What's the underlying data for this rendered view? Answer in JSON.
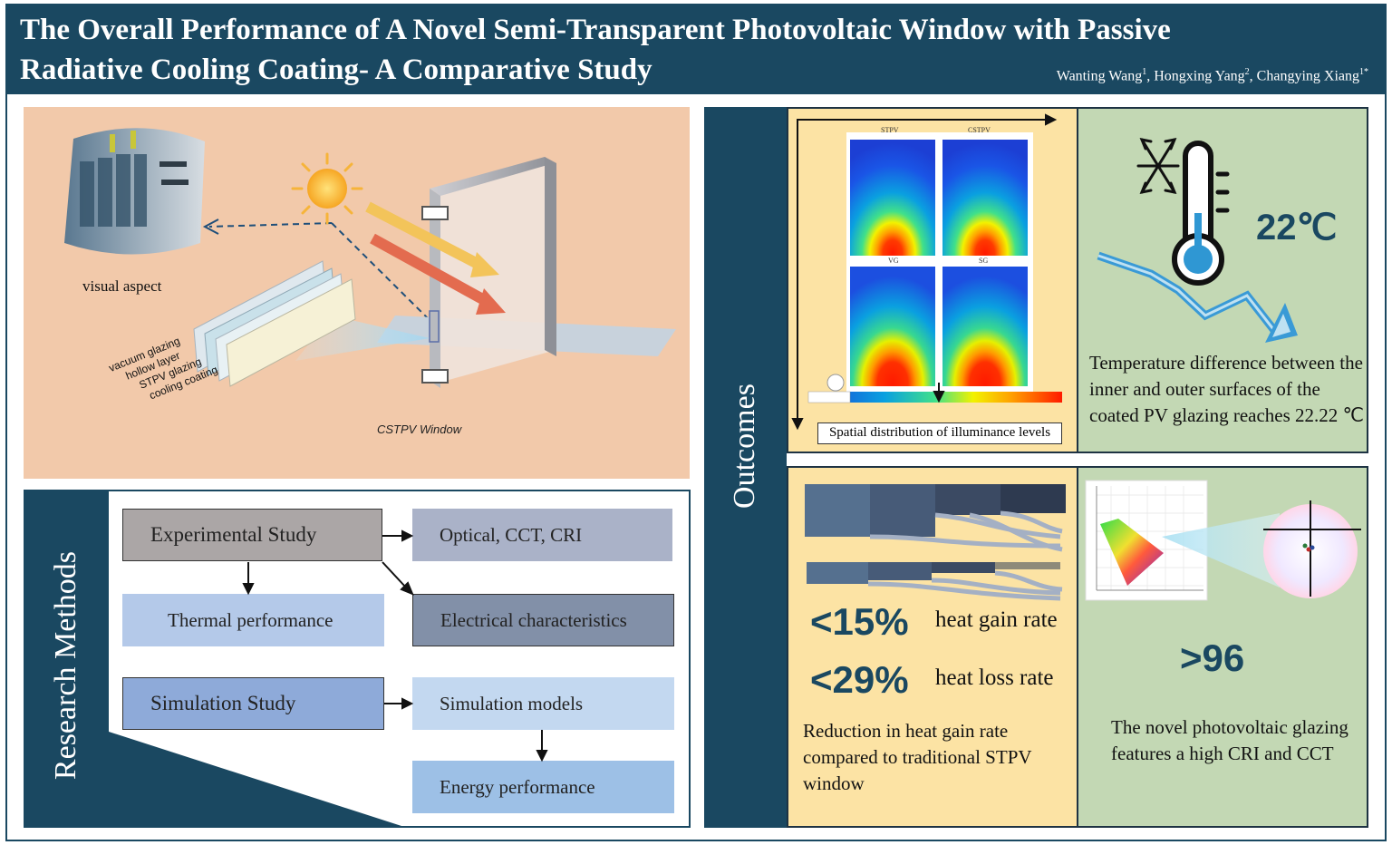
{
  "header": {
    "title_line1": "The Overall Performance of A Novel Semi-Transparent Photovoltaic Window with Passive",
    "title_line2": "Radiative Cooling Coating- A Comparative Study",
    "authors": [
      {
        "name": "Wanting Wang",
        "sup": "1",
        "sep": ", "
      },
      {
        "name": "Hongxing Yang",
        "sup": "2",
        "sep": ", "
      },
      {
        "name": "Changying Xiang",
        "sup": "1*",
        "sep": ""
      }
    ]
  },
  "illustration": {
    "visual_label": "visual aspect",
    "layers": [
      "vacuum glazing",
      "hollow layer",
      "STPV glazing",
      "cooling coating"
    ],
    "window_label": "CSTPV Window"
  },
  "methods": {
    "side_label": "Research Methods",
    "experimental": "Experimental Study",
    "optical": "Optical, CCT, CRI",
    "thermal": "Thermal performance",
    "electrical": "Electrical characteristics",
    "simulation": "Simulation Study",
    "sim_models": "Simulation models",
    "energy": "Energy performance"
  },
  "outcomes": {
    "side_label": "Outcomes",
    "illuminance": {
      "panels": [
        "STPV",
        "CSTPV",
        "VG",
        "SG"
      ],
      "caption": "Spatial distribution of illuminance levels"
    },
    "temperature": {
      "value": "22℃",
      "text": "Temperature difference between the inner and outer surfaces of the coated PV glazing reaches 22.22 ℃"
    },
    "heat": {
      "gain_value": "<15%",
      "gain_label": "heat gain rate",
      "loss_value": "<29%",
      "loss_label": "heat loss rate",
      "text": "Reduction in heat gain rate compared to traditional STPV window"
    },
    "cri": {
      "value": ">96",
      "text": "The novel photovoltaic glazing features a high CRI and CCT"
    }
  },
  "colors": {
    "navy": "#1a4861",
    "peach": "#f2c9aa",
    "yellow_cell": "#fce3a4",
    "green_cell": "#c3d8b4"
  }
}
